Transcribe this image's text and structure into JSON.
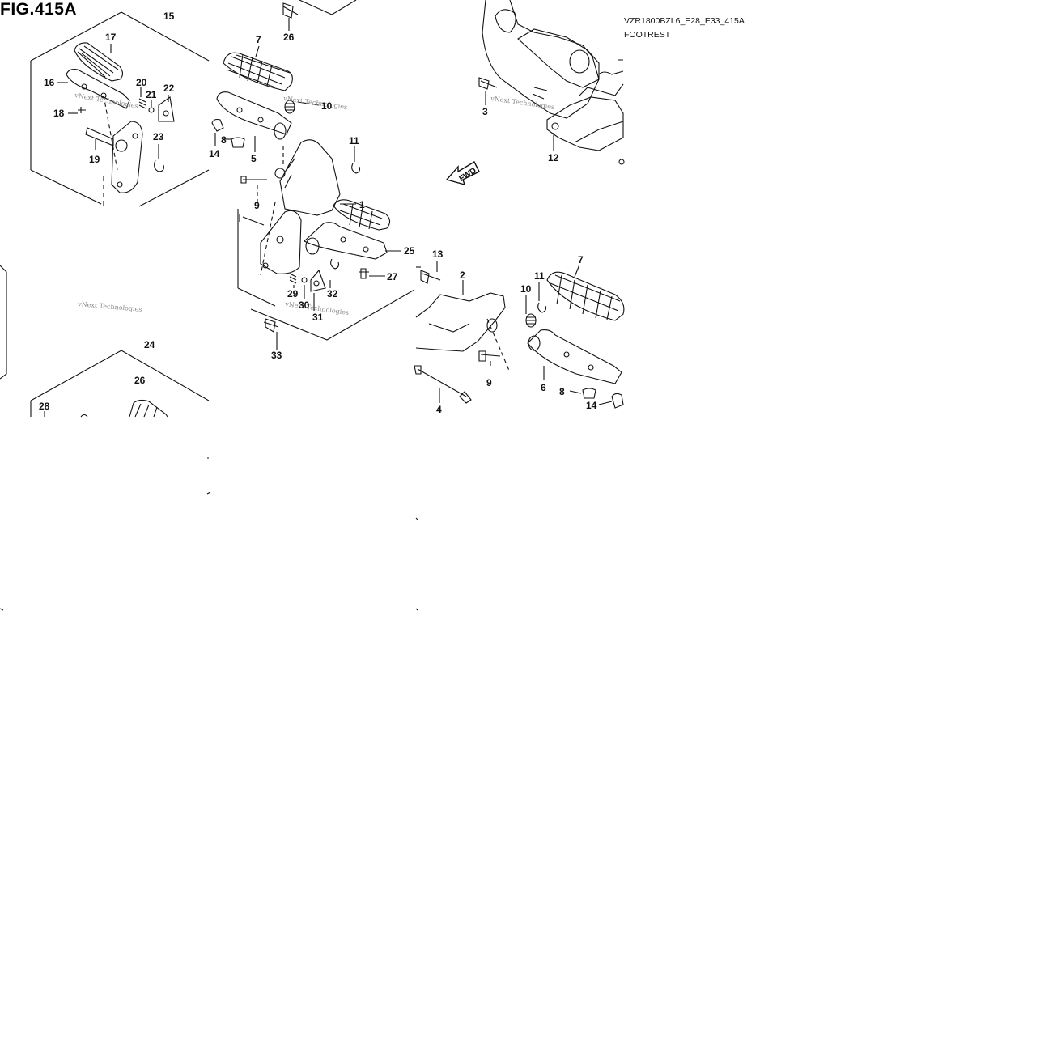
{
  "figure": {
    "title": "FIG.415A",
    "model_code": "VZR1800BZL6_E28_E33_415A",
    "section_name": "FOOTREST",
    "fwd_label": "FWD"
  },
  "watermarks": [
    "vNext Technologies",
    "vNext Technologies",
    "vNext Technologies",
    "vNext Technologies",
    "vNext Technologies"
  ],
  "callouts": [
    {
      "id": "c15",
      "label": "15"
    },
    {
      "id": "c17",
      "label": "17"
    },
    {
      "id": "c16",
      "label": "16"
    },
    {
      "id": "c20",
      "label": "20"
    },
    {
      "id": "c21",
      "label": "21"
    },
    {
      "id": "c22",
      "label": "22"
    },
    {
      "id": "c18",
      "label": "18"
    },
    {
      "id": "c19",
      "label": "19"
    },
    {
      "id": "c23",
      "label": "23"
    },
    {
      "id": "c24",
      "label": "24"
    },
    {
      "id": "c26b",
      "label": "26"
    },
    {
      "id": "c28",
      "label": "28"
    },
    {
      "id": "c26a",
      "label": "26"
    },
    {
      "id": "c7a",
      "label": "7"
    },
    {
      "id": "c10a",
      "label": "10"
    },
    {
      "id": "c8a",
      "label": "8"
    },
    {
      "id": "c14a",
      "label": "14"
    },
    {
      "id": "c5",
      "label": "5"
    },
    {
      "id": "c11a",
      "label": "11"
    },
    {
      "id": "c9a",
      "label": "9"
    },
    {
      "id": "c1",
      "label": "1"
    },
    {
      "id": "c25",
      "label": "25"
    },
    {
      "id": "c27",
      "label": "27"
    },
    {
      "id": "c29",
      "label": "29"
    },
    {
      "id": "c30",
      "label": "30"
    },
    {
      "id": "c32",
      "label": "32"
    },
    {
      "id": "c31",
      "label": "31"
    },
    {
      "id": "c33",
      "label": "33"
    },
    {
      "id": "c3",
      "label": "3"
    },
    {
      "id": "c12",
      "label": "12"
    },
    {
      "id": "c13",
      "label": "13"
    },
    {
      "id": "c2",
      "label": "2"
    },
    {
      "id": "c10b",
      "label": "10"
    },
    {
      "id": "c11b",
      "label": "11"
    },
    {
      "id": "c7b",
      "label": "7"
    },
    {
      "id": "c9b",
      "label": "9"
    },
    {
      "id": "c6",
      "label": "6"
    },
    {
      "id": "c4",
      "label": "4"
    },
    {
      "id": "c8b",
      "label": "8"
    },
    {
      "id": "c14b",
      "label": "14"
    }
  ]
}
